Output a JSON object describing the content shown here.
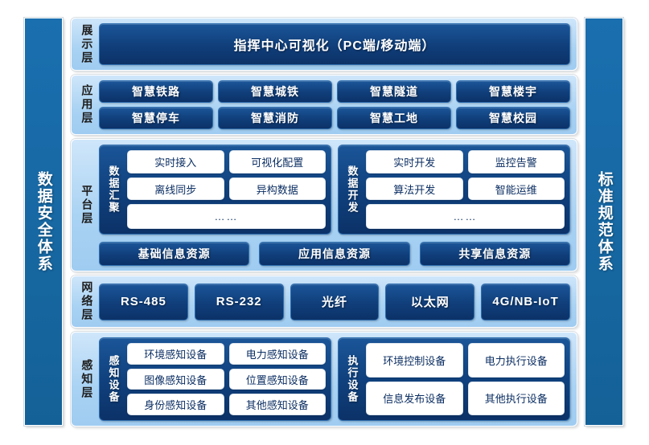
{
  "pillars": {
    "left": "数据安全体系",
    "right": "标准规范体系"
  },
  "layers": {
    "display": {
      "label": "展示层",
      "bar": "指挥中心可视化（PC端/移动端）"
    },
    "application": {
      "label": "应用层",
      "row1": [
        "智慧铁路",
        "智慧城铁",
        "智慧隧道",
        "智慧楼宇"
      ],
      "row2": [
        "智慧停车",
        "智慧消防",
        "智慧工地",
        "智慧校园"
      ]
    },
    "platform": {
      "label": "平台层",
      "groups": [
        {
          "title": "数据汇聚",
          "items": [
            "实时接入",
            "可视化配置",
            "离线同步",
            "异构数据"
          ],
          "more": "……"
        },
        {
          "title": "数据开发",
          "items": [
            "实时开发",
            "监控告警",
            "算法开发",
            "智能运维"
          ],
          "more": "……"
        }
      ],
      "resources": [
        "基础信息资源",
        "应用信息资源",
        "共享信息资源"
      ]
    },
    "network": {
      "label": "网络层",
      "items": [
        "RS-485",
        "RS-232",
        "光纤",
        "以太网",
        "4G/NB-IoT"
      ]
    },
    "sense": {
      "label": "感知层",
      "groups": [
        {
          "title": "感知设备",
          "items": [
            "环境感知设备",
            "电力感知设备",
            "图像感知设备",
            "位置感知设备",
            "身份感知设备",
            "其他感知设备"
          ]
        },
        {
          "title": "执行设备",
          "items": [
            "环境控制设备",
            "电力执行设备",
            "信息发布设备",
            "其他执行设备"
          ]
        }
      ]
    }
  },
  "colors": {
    "pillar": "#1668A8",
    "navy": "#103E7A",
    "light_blue": "#A9D2F3",
    "white_chip_text": "#0C2F63",
    "background": "#FFFFFF"
  }
}
